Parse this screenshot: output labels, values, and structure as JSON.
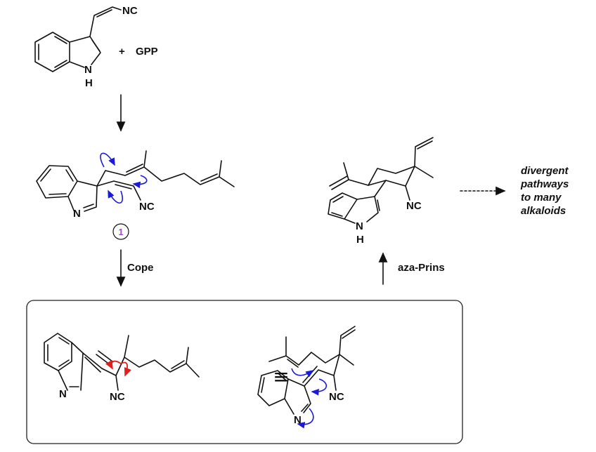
{
  "labels": {
    "isocyanide": "NC",
    "nitrogen": "N",
    "hydrogen": "H",
    "plus": "+",
    "reagent": "GPP",
    "compound_number": "1",
    "step_cope": "Cope",
    "step_aza_prins": "aza-Prins",
    "equivalent": "≡",
    "outcome_lines": [
      "divergent",
      "pathways",
      "to many",
      "alkaloids"
    ]
  },
  "colors": {
    "electron_arrow_blue": "#1a1adb",
    "rotation_arrow_red": "#e0201a",
    "compound_number": "#9a4fc4"
  }
}
